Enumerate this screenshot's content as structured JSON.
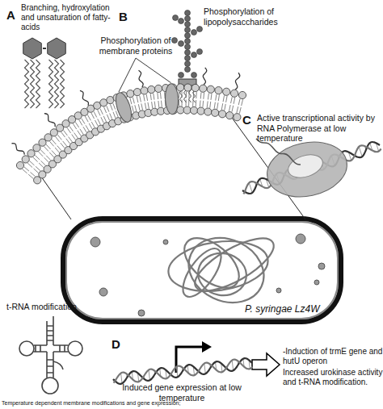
{
  "diagram": {
    "caption": "Temperature dependent membrane modifications and gene expression;",
    "nodes": [
      {
        "text": [
          "P. syringae Lz4W"
        ]
      }
    ],
    "labels": [
      "A",
      "Branching, hydroxylation and unsaturation of fatty-acids",
      "B",
      "Phosphorylation of lipopolysaccharides",
      "Phosphorylation of membrane proteins",
      "C",
      "Active transcriptional activity by RNA Polymerase at low temperature",
      "t-RNA modification",
      "D",
      "Induced gene expression at low temperature",
      "-Induction of trmE gene and hutU operon",
      "Increased urokinase activity and t-RNA modification."
    ]
  }
}
